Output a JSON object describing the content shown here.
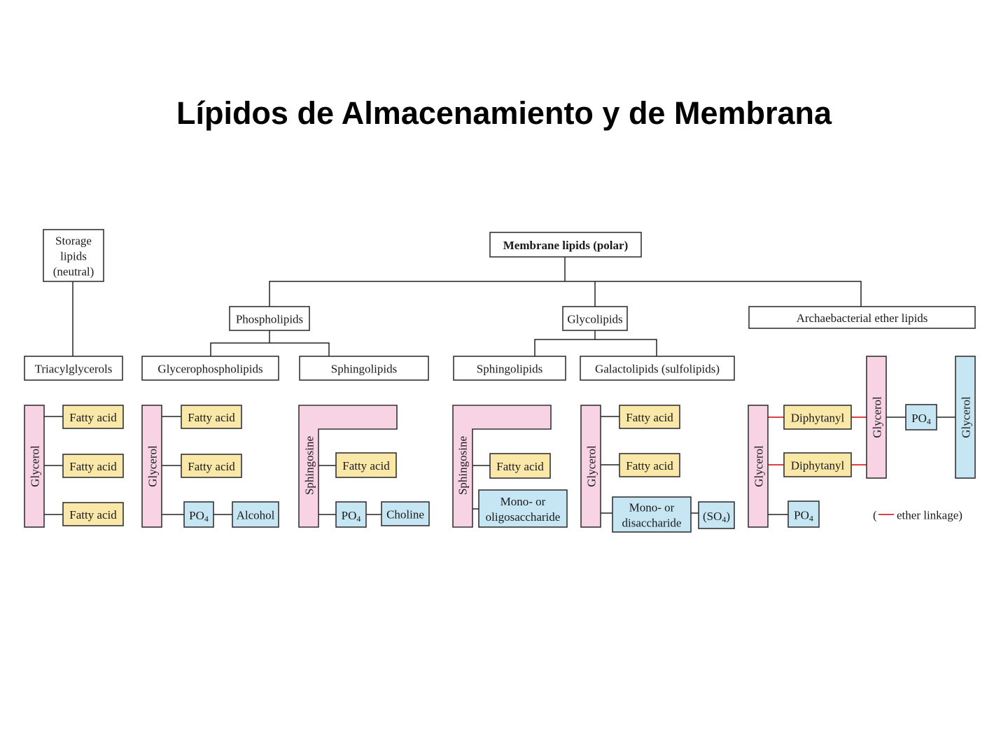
{
  "title": "Lípidos de Almacenamiento y de Membrana",
  "colors": {
    "pink": "#f8d3e3",
    "yellow": "#fae8a9",
    "blue": "#c7e6f4",
    "ether_link": "#d42a2a"
  },
  "nodes": {
    "storage": [
      "Storage",
      "lipids",
      "(neutral)"
    ],
    "membrane": "Membrane lipids (polar)",
    "phospholipids": "Phospholipids",
    "glycolipids": "Glycolipids",
    "archaea": "Archaebacterial ether lipids",
    "triacylglycerols": "Triacylglycerols",
    "glycerophospholipids": "Glycerophospholipids",
    "sphingolipids_1": "Sphingolipids",
    "sphingolipids_2": "Sphingolipids",
    "galactolipids": "Galactolipids (sulfolipids)"
  },
  "components": {
    "glycerol": "Glycerol",
    "sphingosine": "Sphingosine",
    "fatty_acid": "Fatty acid",
    "po4": "PO",
    "po4_sub": "4",
    "alcohol": "Alcohol",
    "choline": "Choline",
    "mono_oligo": [
      "Mono- or",
      "oligosaccharide"
    ],
    "mono_di": [
      "Mono- or",
      "disaccharide"
    ],
    "so4": "(SO",
    "so4_sub": "4",
    "so4_close": ")",
    "diphytanyl": "Diphytanyl"
  },
  "legend": {
    "open": "(",
    "text": "ether linkage)"
  }
}
